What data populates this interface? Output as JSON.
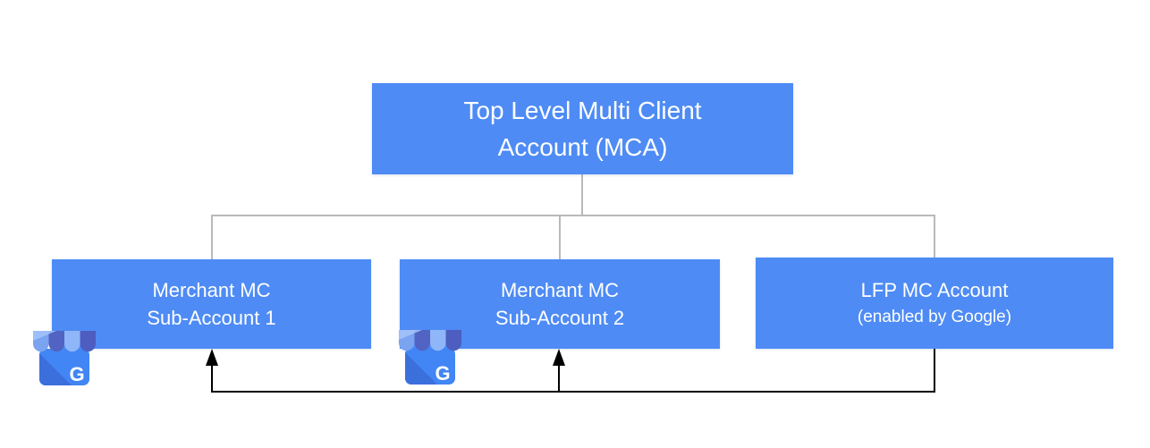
{
  "nodes": {
    "mca": {
      "line1": "Top Level Multi Client",
      "line2": "Account (MCA)"
    },
    "sub1": {
      "line1": "Merchant MC",
      "line2": "Sub-Account 1"
    },
    "sub2": {
      "line1": "Merchant MC",
      "line2": "Sub-Account 2"
    },
    "lfp": {
      "line1": "LFP MC Account",
      "line2": "(enabled by Google)"
    }
  },
  "icons": {
    "business_profile": "google-business-profile-icon",
    "g_letter": "G"
  },
  "colors": {
    "node_blue": "#4e8bf5",
    "connector_gray": "#b9b9b9",
    "arrow_black": "#000000",
    "text_white": "#ffffff",
    "icon_body_blue": "#4285f4",
    "icon_body_shade": "#3b6fdc",
    "icon_awning_light1": "#7aa3f0",
    "icon_awning_dark1": "#5163c3",
    "icon_awning_light2": "#8fb6f8",
    "icon_awning_dark2": "#4d5ec0"
  }
}
